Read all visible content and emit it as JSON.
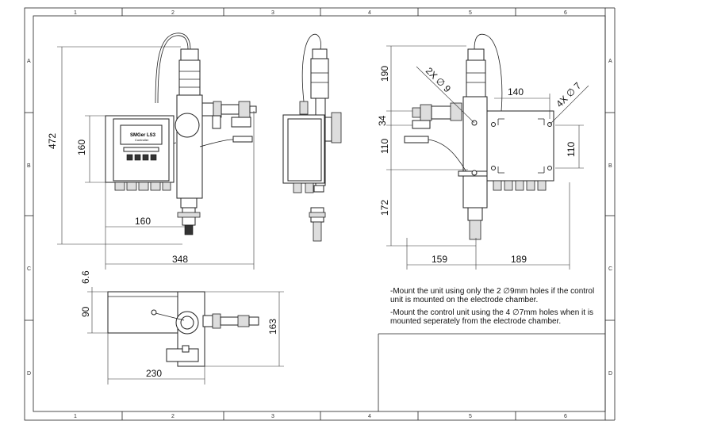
{
  "border": {
    "columns": [
      "1",
      "2",
      "3",
      "4",
      "5",
      "6"
    ],
    "rows": [
      "A",
      "B",
      "C",
      "D"
    ]
  },
  "front_view": {
    "height_total": "472",
    "height_box": "160",
    "width_box": "160",
    "width_total": "348",
    "display_brand": "SMGer LS3",
    "display_sub": "Controller"
  },
  "right_view": {
    "dim_top": "190",
    "dim_34": "34",
    "dim_110_left": "110",
    "dim_172": "172",
    "dim_140": "140",
    "dim_110_right": "110",
    "dim_159": "159",
    "dim_189": "189",
    "hole_2": "2X ∅ 9",
    "hole_4": "4X ∅ 7"
  },
  "top_view": {
    "dim_6_6": "6.6",
    "dim_90": "90",
    "dim_163": "163",
    "dim_230": "230"
  },
  "notes": {
    "note1": "-Mount the unit using only the 2 ∅9mm holes if the control unit is mounted on the electrode chamber.",
    "note2": "-Mount the control unit using the 4 ∅7mm holes when it is mounted seperately from the electrode chamber."
  }
}
